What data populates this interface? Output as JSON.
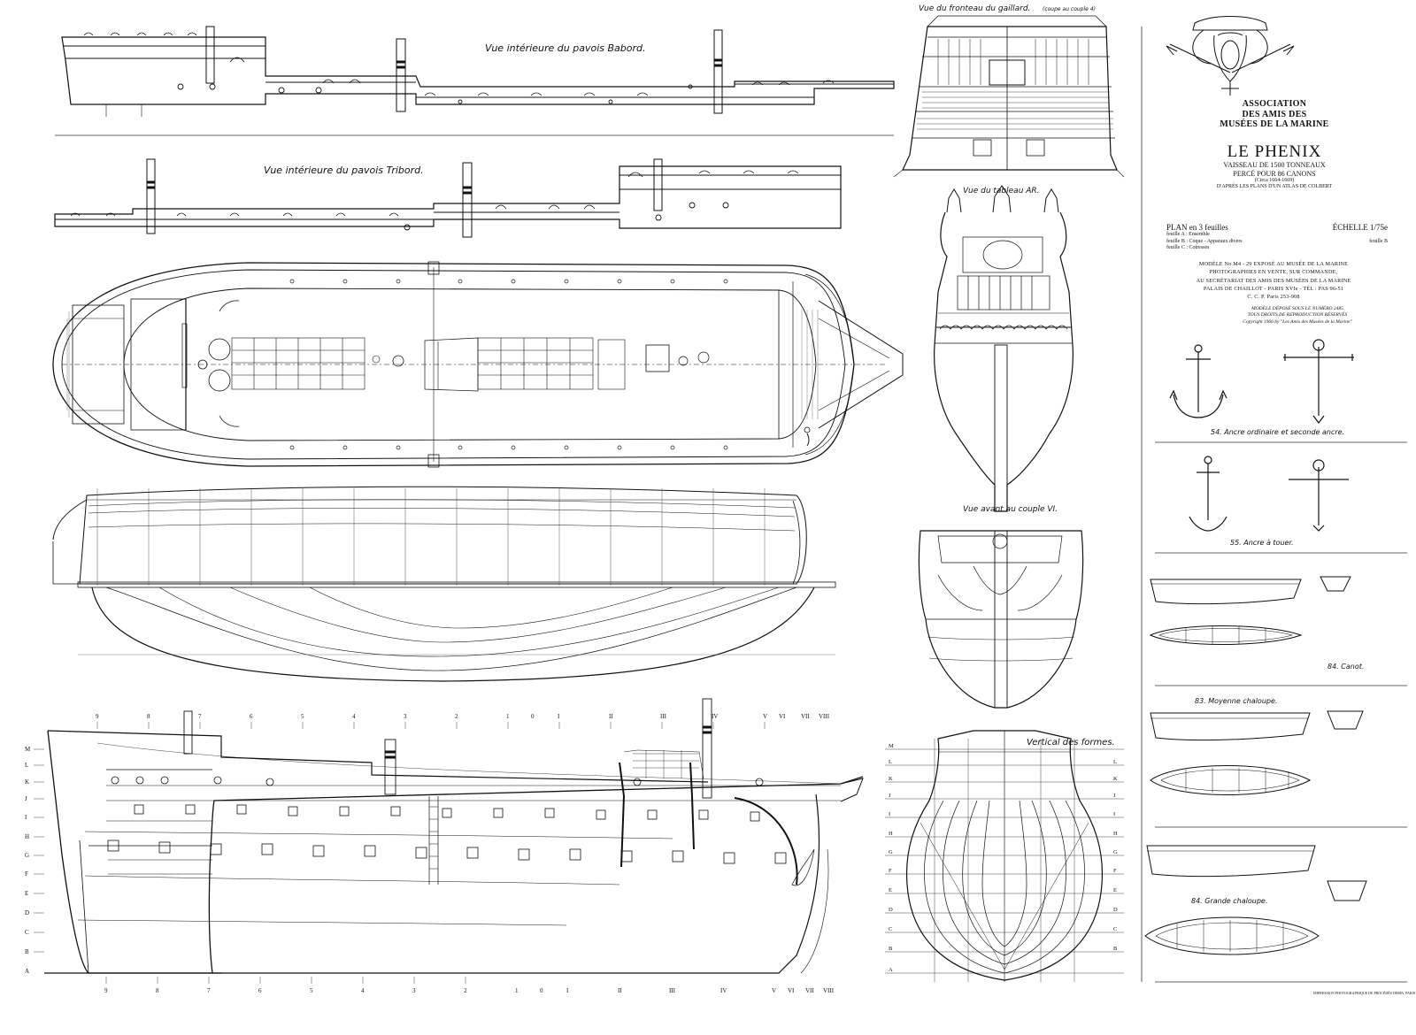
{
  "titles": {
    "babord": "Vue intérieure du pavois Babord.",
    "tribord": "Vue intérieure du pavois Tribord.",
    "fronteau": "Vue du fronteau du gaillard.",
    "fronteau_note": "(coupe au couple 4)",
    "tableau": "Vue du tableau AR.",
    "avant": "Vue avant au couple VI.",
    "vertical": "Vertical des formes."
  },
  "title_block": {
    "assoc_1": "ASSOCIATION",
    "assoc_2": "DES AMIS DES",
    "assoc_3": "MUSÉES DE LA MARINE",
    "ship_name": "LE PHENIX",
    "sub_1": "VAISSEAU DE 1500 TONNEAUX",
    "sub_2": "PERCÉ POUR 86 CANONS",
    "sub_3": "(Circa 1664-1669)",
    "sub_4": "D'APRÈS LES PLANS D'UN ATLAS DE COLBERT"
  },
  "plan": {
    "label": "PLAN en 3 feuilles",
    "scale": "ÉCHELLE 1/75e",
    "sheet_a": "feuille A : Ensemble",
    "sheet_b": "feuille B : Coque - Apparaux divers",
    "sheet_c": "feuille C : Cotresses",
    "current": "feuille B"
  },
  "model_block": {
    "line_1": "MODÈLE No M4 - 29 EXPOSÉ AU MUSÉE DE LA MARINE",
    "line_2": "PHOTOGRAPHIES EN VENTE, SUR COMMANDE,",
    "line_3": "AU SECRÉTARIAT DES AMIS DES MUSÉES DE LA MARINE",
    "line_4": "PALAIS DE CHAILLOT - PARIS XVIe - TÉL : PAS 96-51",
    "line_5": "C. C. P. Paris 253-908"
  },
  "depot_block": {
    "line_1": "MODÈLE DÉPOSÉ SOUS LE NUMÉRO 2485",
    "line_2": "TOUS DROITS DE REPRODUCTION RÉSERVÉS",
    "line_3": "Copyright 1966 by \"Les Amis des Musées de la Marine\""
  },
  "captions": {
    "anchor_1": "54. Ancre ordinaire et seconde ancre.",
    "anchor_2": "55. Ancre à touer.",
    "canot": "84. Canot.",
    "moyenne": "83. Moyenne chaloupe.",
    "grande": "84. Grande chaloupe."
  },
  "water_levels": [
    "M",
    "L",
    "K",
    "J",
    "I",
    "H",
    "G",
    "F",
    "E",
    "D",
    "C",
    "B",
    "A"
  ],
  "frame_numbers": [
    "9",
    "8",
    "7",
    "6",
    "5",
    "4",
    "3",
    "2",
    "1",
    "0",
    "I",
    "II",
    "III",
    "IV",
    "V",
    "VI",
    "VII",
    "VIII"
  ],
  "printer_note": "IMPRESSION PHOTOGRAPHIQUE DE PROCÉDÉS DEBIN, PARIS"
}
